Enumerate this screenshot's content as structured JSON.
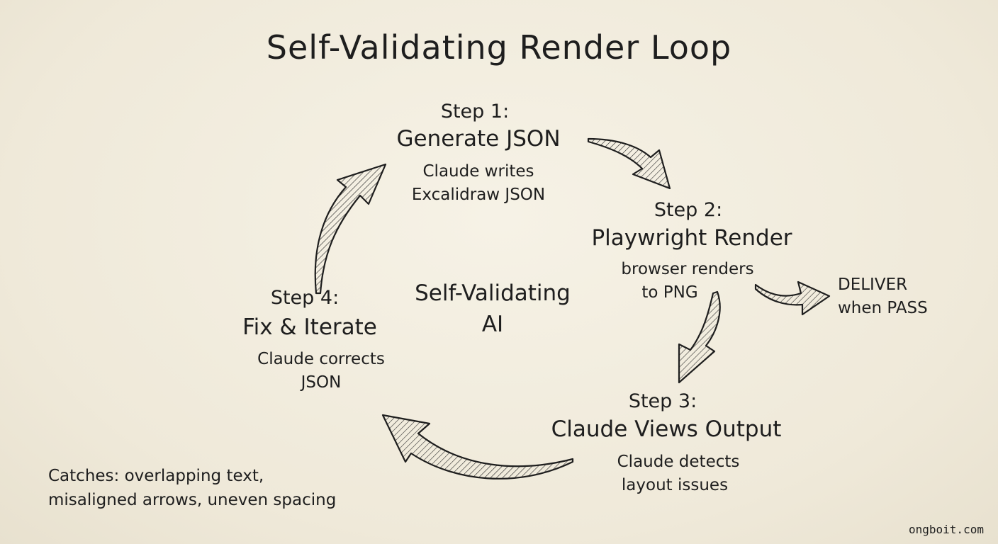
{
  "title": "Self-Validating Render Loop",
  "steps": [
    {
      "number": "Step 1:",
      "name": "Generate JSON",
      "desc": [
        "Claude writes",
        "Excalidraw JSON"
      ]
    },
    {
      "number": "Step 2:",
      "name": "Playwright Render",
      "desc": [
        "browser renders",
        "to PNG"
      ]
    },
    {
      "number": "Step 3:",
      "name": "Claude Views Output",
      "desc": [
        "Claude detects",
        "layout issues"
      ]
    },
    {
      "number": "Step 4:",
      "name": "Fix & Iterate",
      "desc": [
        "Claude corrects",
        "JSON"
      ]
    }
  ],
  "center": [
    "Self-Validating",
    "AI"
  ],
  "deliver": [
    "DELIVER",
    "when PASS"
  ],
  "note": [
    "Catches: overlapping text,",
    "misaligned arrows, uneven spacing"
  ],
  "credit": "ongboit.com"
}
